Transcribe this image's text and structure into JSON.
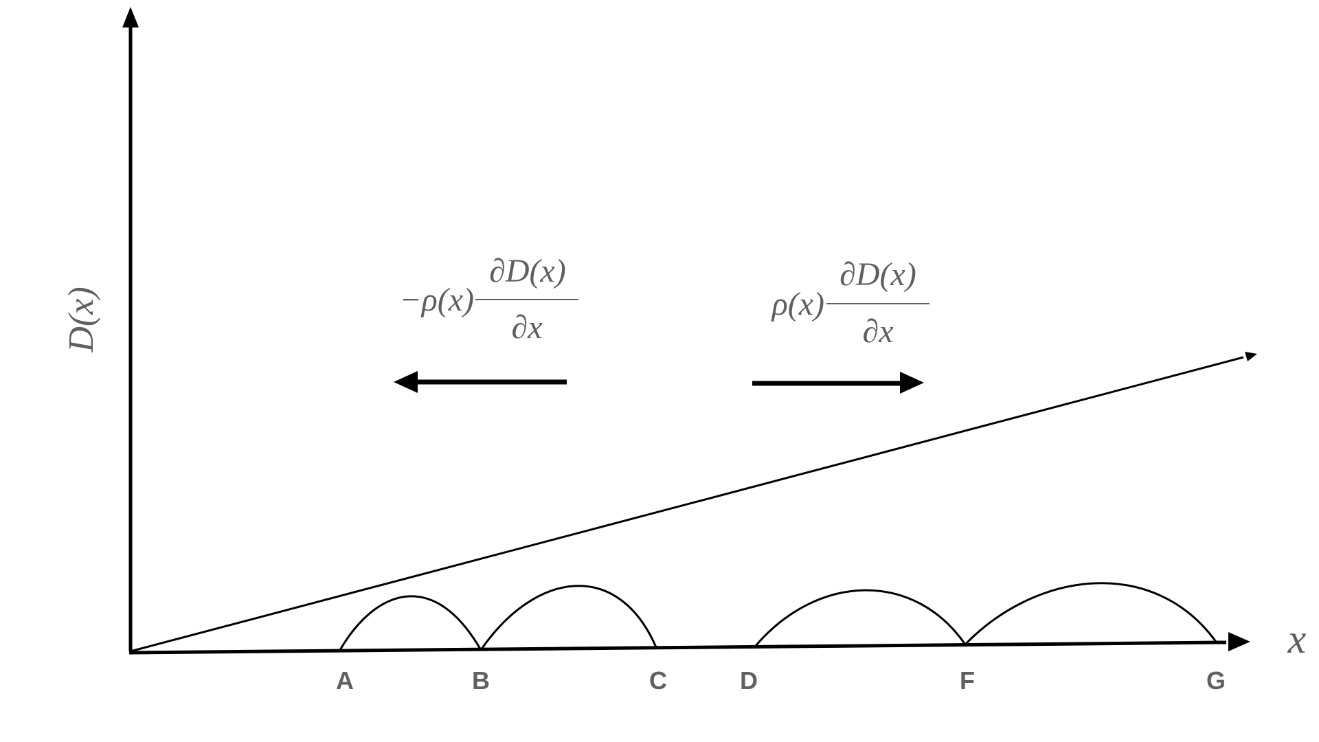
{
  "axes": {
    "y_label": "D(x)",
    "x_label": "x"
  },
  "points": [
    {
      "id": "A",
      "label": "A"
    },
    {
      "id": "B",
      "label": "B"
    },
    {
      "id": "C",
      "label": "C"
    },
    {
      "id": "D",
      "label": "D"
    },
    {
      "id": "F",
      "label": "F"
    },
    {
      "id": "G",
      "label": "G"
    }
  ],
  "flux_left": {
    "prefix": "−ρ(x)",
    "numerator": "∂D(x)",
    "denominator": "∂x",
    "direction": "left"
  },
  "flux_right": {
    "prefix": "ρ(x)",
    "numerator": "∂D(x)",
    "denominator": "∂x",
    "direction": "right"
  },
  "hops": [
    {
      "from": "A",
      "to": "B"
    },
    {
      "from": "B",
      "to": "C"
    },
    {
      "from": "D",
      "to": "F"
    },
    {
      "from": "F",
      "to": "G"
    }
  ],
  "colors": {
    "lines": "#000000",
    "text": "#5f5f5f"
  }
}
